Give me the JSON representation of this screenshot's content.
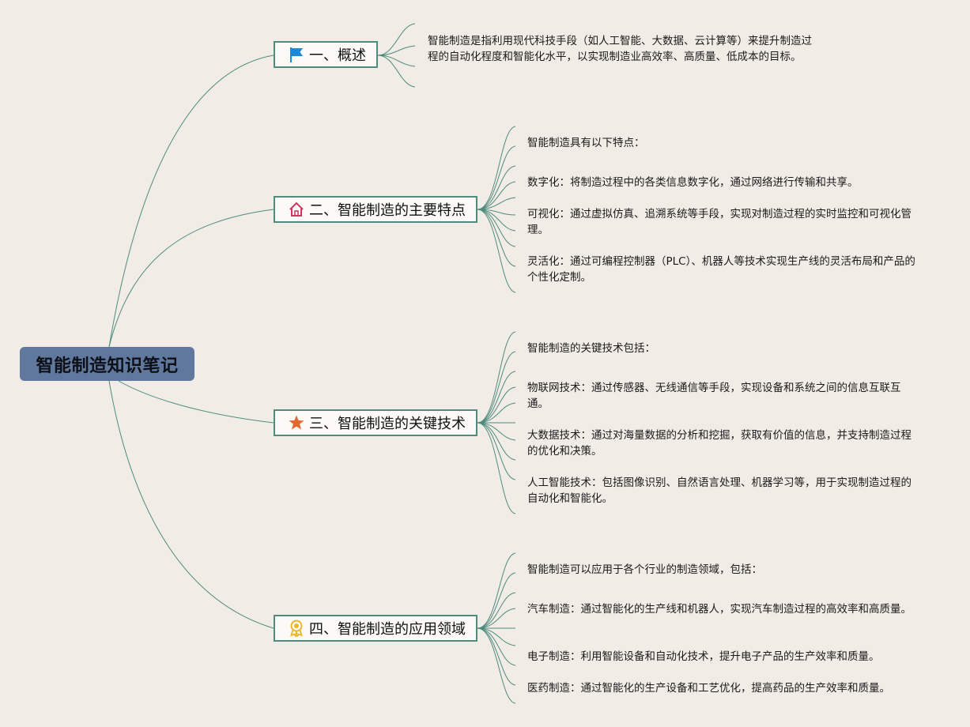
{
  "title": "智能制造知识笔记",
  "branches": [
    {
      "label": "一、概述",
      "icon": "flag-icon",
      "items": [
        "智能制造是指利用现代科技手段（如人工智能、大数据、云计算等）来提升制造过程的自动化程度和智能化水平，以实现制造业高效率、高质量、低成本的目标。"
      ]
    },
    {
      "label": "二、智能制造的主要特点",
      "icon": "house-icon",
      "items": [
        "智能制造具有以下特点：",
        "数字化：将制造过程中的各类信息数字化，通过网络进行传输和共享。",
        "可视化：通过虚拟仿真、追溯系统等手段，实现对制造过程的实时监控和可视化管理。",
        "灵活化：通过可编程控制器（PLC）、机器人等技术实现生产线的灵活布局和产品的个性化定制。"
      ]
    },
    {
      "label": "三、智能制造的关键技术",
      "icon": "star-icon",
      "items": [
        "智能制造的关键技术包括：",
        "物联网技术：通过传感器、无线通信等手段，实现设备和系统之间的信息互联互通。",
        "大数据技术：通过对海量数据的分析和挖掘，获取有价值的信息，并支持制造过程的优化和决策。",
        "人工智能技术：包括图像识别、自然语言处理、机器学习等，用于实现制造过程的自动化和智能化。"
      ]
    },
    {
      "label": "四、智能制造的应用领域",
      "icon": "award-icon",
      "items": [
        "智能制造可以应用于各个行业的制造领域，包括：",
        "汽车制造：通过智能化的生产线和机器人，实现汽车制造过程的高效率和高质量。",
        "电子制造：利用智能设备和自动化技术，提升电子产品的生产效率和质量。",
        "医药制造：通过智能化的生产设备和工艺优化，提高药品的生产效率和质量。"
      ]
    }
  ],
  "colors": {
    "edge": "#4f8b7e",
    "root_bg": "#60789e"
  }
}
